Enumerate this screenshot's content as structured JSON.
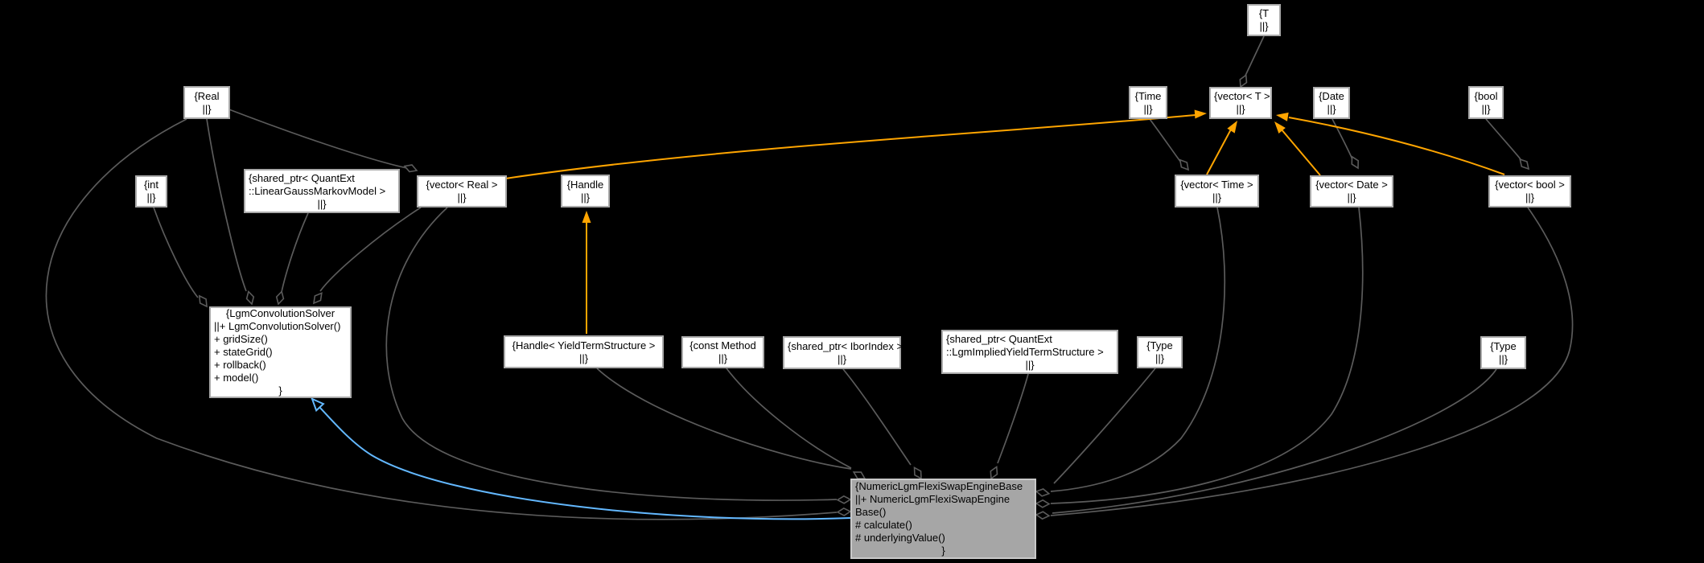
{
  "diagram": {
    "title": "Collaboration graph for NumericLgmFlexiSwapEngineBase",
    "colors": {
      "background": "#000000",
      "aggregation_edge": "#5b5b5b",
      "template_edge": "#ffa500",
      "inheritance_edge": "#63b8ff",
      "node_fill": "#ffffff",
      "node_border": "#aaaaaa",
      "focus_node_fill": "#a6a6a6",
      "focus_node_border": "#c8c8c8",
      "text": "#000000"
    },
    "nodes": [
      {
        "id": "t",
        "label": [
          "{T",
          "||}"
        ]
      },
      {
        "id": "real",
        "label": [
          "{Real",
          "||}"
        ]
      },
      {
        "id": "int",
        "label": [
          "{int",
          "||}"
        ]
      },
      {
        "id": "lgm_model",
        "label": [
          "{shared_ptr< QuantExt",
          "::LinearGaussMarkovModel >",
          "||}"
        ]
      },
      {
        "id": "vector_real",
        "label": [
          "{vector< Real >",
          "||}"
        ]
      },
      {
        "id": "handle",
        "label": [
          "{Handle",
          "||}"
        ]
      },
      {
        "id": "time",
        "label": [
          "{Time",
          "||}"
        ]
      },
      {
        "id": "vector_t",
        "label": [
          "{vector< T >",
          "||}"
        ]
      },
      {
        "id": "date",
        "label": [
          "{Date",
          "||}"
        ]
      },
      {
        "id": "bool",
        "label": [
          "{bool",
          "||}"
        ]
      },
      {
        "id": "vector_time",
        "label": [
          "{vector< Time >",
          "||}"
        ]
      },
      {
        "id": "vector_date",
        "label": [
          "{vector< Date >",
          "||}"
        ]
      },
      {
        "id": "vector_bool",
        "label": [
          "{vector< bool >",
          "||}"
        ]
      },
      {
        "id": "solver",
        "label": [
          "{LgmConvolutionSolver",
          "||+ LgmConvolutionSolver()",
          "+ gridSize()",
          "+ stateGrid()",
          "+ rollback()",
          "+ model()",
          "}"
        ]
      },
      {
        "id": "handle_yts",
        "label": [
          "{Handle< YieldTermStructure >",
          "||}"
        ]
      },
      {
        "id": "const_method",
        "label": [
          "{const Method",
          "||}"
        ]
      },
      {
        "id": "ibor_index",
        "label": [
          "{shared_ptr< IborIndex >",
          "||}"
        ]
      },
      {
        "id": "lgm_implied_yts",
        "label": [
          "{shared_ptr< QuantExt",
          "::LgmImpliedYieldTermStructure >",
          "||}"
        ]
      },
      {
        "id": "type1",
        "label": [
          "{Type",
          "||}"
        ]
      },
      {
        "id": "type2",
        "label": [
          "{Type",
          "||}"
        ]
      },
      {
        "id": "engine",
        "label": [
          "{NumericLgmFlexiSwapEngineBase",
          "||+ NumericLgmFlexiSwapEngine",
          "Base()",
          "# calculate()",
          "# underlyingValue()",
          "}"
        ],
        "focus": true
      }
    ],
    "edges": [
      {
        "from": "t",
        "to": "vector_t",
        "kind": "aggregation"
      },
      {
        "from": "real",
        "to": "vector_real",
        "kind": "aggregation"
      },
      {
        "from": "real",
        "to": "solver",
        "kind": "aggregation"
      },
      {
        "from": "real",
        "to": "engine",
        "kind": "aggregation"
      },
      {
        "from": "int",
        "to": "solver",
        "kind": "aggregation"
      },
      {
        "from": "lgm_model",
        "to": "solver",
        "kind": "aggregation"
      },
      {
        "from": "vector_real",
        "to": "solver",
        "kind": "aggregation"
      },
      {
        "from": "vector_real",
        "to": "engine",
        "kind": "aggregation"
      },
      {
        "from": "time",
        "to": "vector_time",
        "kind": "aggregation"
      },
      {
        "from": "date",
        "to": "vector_date",
        "kind": "aggregation"
      },
      {
        "from": "bool",
        "to": "vector_bool",
        "kind": "aggregation"
      },
      {
        "from": "handle_yts",
        "to": "engine",
        "kind": "aggregation"
      },
      {
        "from": "const_method",
        "to": "engine",
        "kind": "aggregation"
      },
      {
        "from": "ibor_index",
        "to": "engine",
        "kind": "aggregation"
      },
      {
        "from": "lgm_implied_yts",
        "to": "engine",
        "kind": "aggregation"
      },
      {
        "from": "type1",
        "to": "engine",
        "kind": "aggregation"
      },
      {
        "from": "vector_time",
        "to": "engine",
        "kind": "aggregation"
      },
      {
        "from": "vector_date",
        "to": "engine",
        "kind": "aggregation"
      },
      {
        "from": "type2",
        "to": "engine",
        "kind": "aggregation"
      },
      {
        "from": "vector_bool",
        "to": "engine",
        "kind": "aggregation"
      },
      {
        "from": "vector_real",
        "to": "vector_t",
        "kind": "template"
      },
      {
        "from": "vector_time",
        "to": "vector_t",
        "kind": "template"
      },
      {
        "from": "vector_date",
        "to": "vector_t",
        "kind": "template"
      },
      {
        "from": "vector_bool",
        "to": "vector_t",
        "kind": "template"
      },
      {
        "from": "handle_yts",
        "to": "handle",
        "kind": "template"
      },
      {
        "from": "engine",
        "to": "solver",
        "kind": "inheritance"
      }
    ]
  }
}
